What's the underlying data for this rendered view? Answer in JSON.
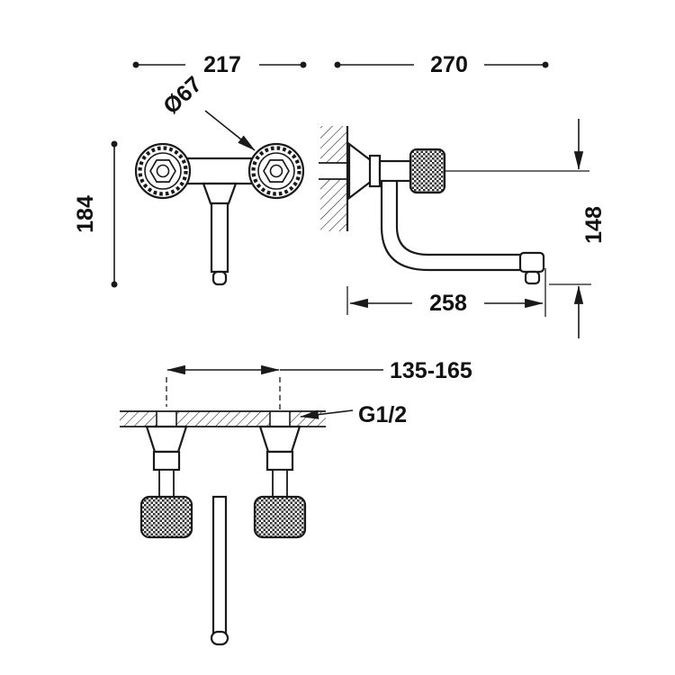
{
  "drawing": {
    "line_color": "#1a1a1a",
    "background_color": "#ffffff",
    "dimensions": {
      "width_total": "217",
      "depth_total": "270",
      "handle_diameter": "Ø67",
      "height_total": "184",
      "spout_height": "148",
      "spout_reach": "258",
      "inlet_spacing": "135-165",
      "thread_size": "G1/2"
    }
  }
}
